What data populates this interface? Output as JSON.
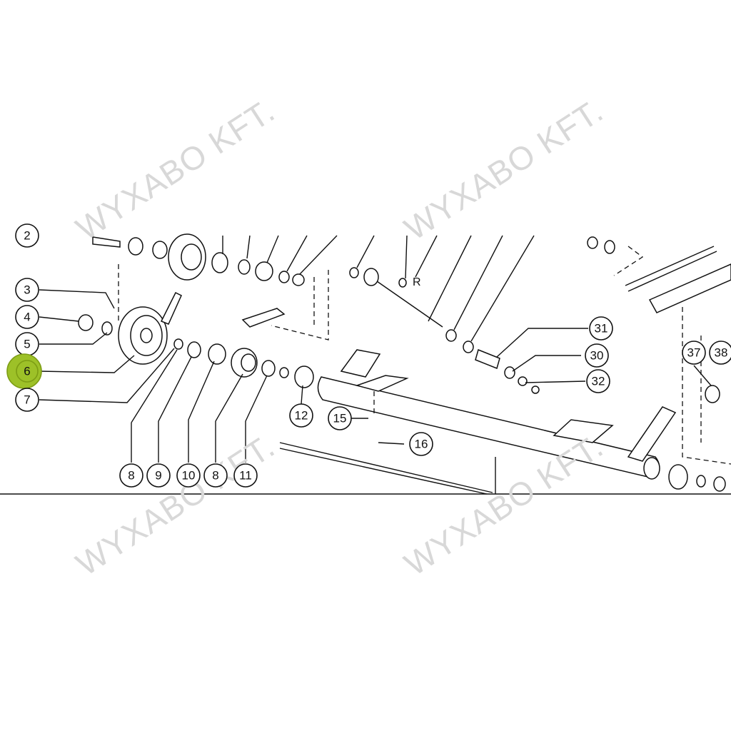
{
  "watermark": {
    "text": "WYXABO KFT."
  },
  "highlight": {
    "color": "#9dc128",
    "part": "6"
  },
  "callouts": {
    "c2": "2",
    "c3": "3",
    "c4": "4",
    "c5": "5",
    "c6": "6",
    "c7": "7",
    "c8a": "8",
    "c9": "9",
    "c10": "10",
    "c8b": "8",
    "c11": "11",
    "c12": "12",
    "c15": "15",
    "c16": "16",
    "c31": "31",
    "c30": "30",
    "c32": "32",
    "c37": "37",
    "c38": "38"
  },
  "marks": {
    "r_label": "R"
  }
}
